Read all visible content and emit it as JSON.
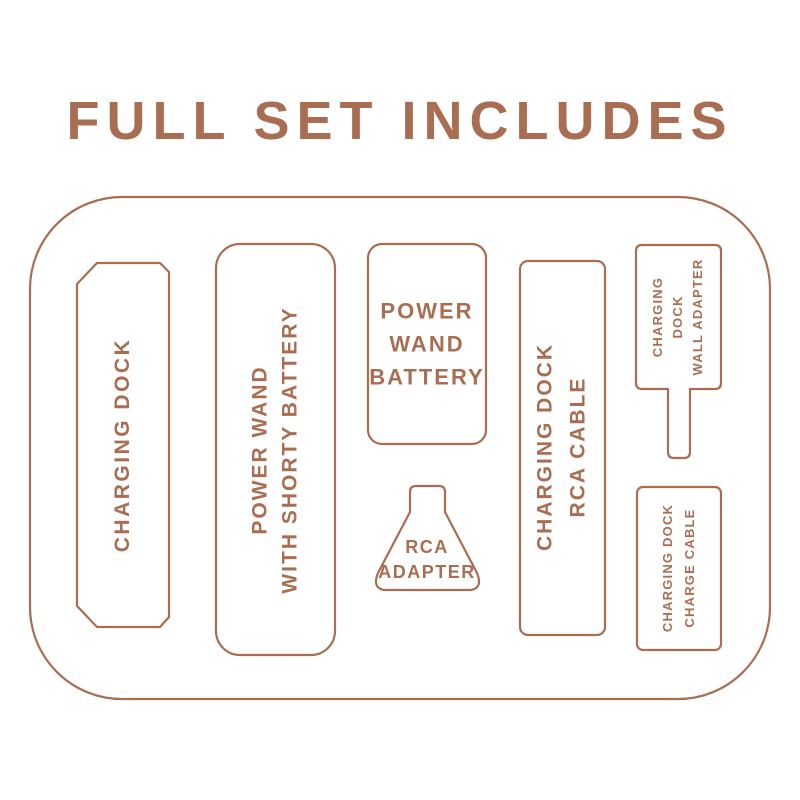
{
  "title": "FULL SET INCLUDES",
  "colors": {
    "accent": "#a96e52",
    "background": "#ffffff"
  },
  "items": {
    "charging_dock": {
      "line1": "CHARGING DOCK"
    },
    "power_wand": {
      "line1": "POWER WAND",
      "line2": "WITH SHORTY BATTERY"
    },
    "power_wand_battery": {
      "line1": "POWER",
      "line2": "WAND",
      "line3": "BATTERY"
    },
    "rca_adapter": {
      "line1": "RCA",
      "line2": "ADAPTER"
    },
    "rca_cable": {
      "line1": "CHARGING DOCK",
      "line2": "RCA CABLE"
    },
    "wall_adapter": {
      "line1": "CHARGING",
      "line2": "DOCK",
      "line3": "WALL ADAPTER"
    },
    "charge_cable": {
      "line1": "CHARGING DOCK",
      "line2": "CHARGE CABLE"
    }
  }
}
